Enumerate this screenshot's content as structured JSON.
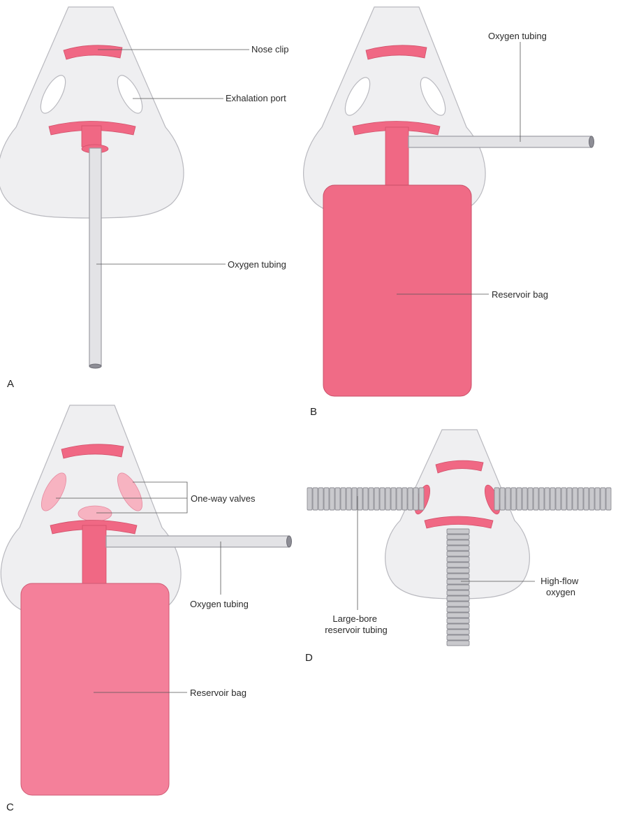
{
  "panels": {
    "a": {
      "letter": "A",
      "labels": {
        "nose_clip": "Nose clip",
        "exhalation_port": "Exhalation port",
        "oxygen_tubing": "Oxygen tubing"
      }
    },
    "b": {
      "letter": "B",
      "labels": {
        "oxygen_tubing": "Oxygen tubing",
        "reservoir_bag": "Reservoir bag"
      }
    },
    "c": {
      "letter": "C",
      "labels": {
        "one_way_valves": "One-way valves",
        "oxygen_tubing": "Oxygen tubing",
        "reservoir_bag": "Reservoir bag"
      }
    },
    "d": {
      "letter": "D",
      "labels": {
        "high_flow_line1": "High-flow",
        "high_flow_line2": "oxygen",
        "large_bore_line1": "Large-bore",
        "large_bore_line2": "reservoir tubing"
      }
    }
  },
  "colors": {
    "mask_fill": "#efeff1",
    "mask_stroke": "#b9b9bf",
    "accent_pink": "#f06884",
    "reservoir_bag": "#f06b86",
    "tubing_gray": "#e3e3e6"
  }
}
